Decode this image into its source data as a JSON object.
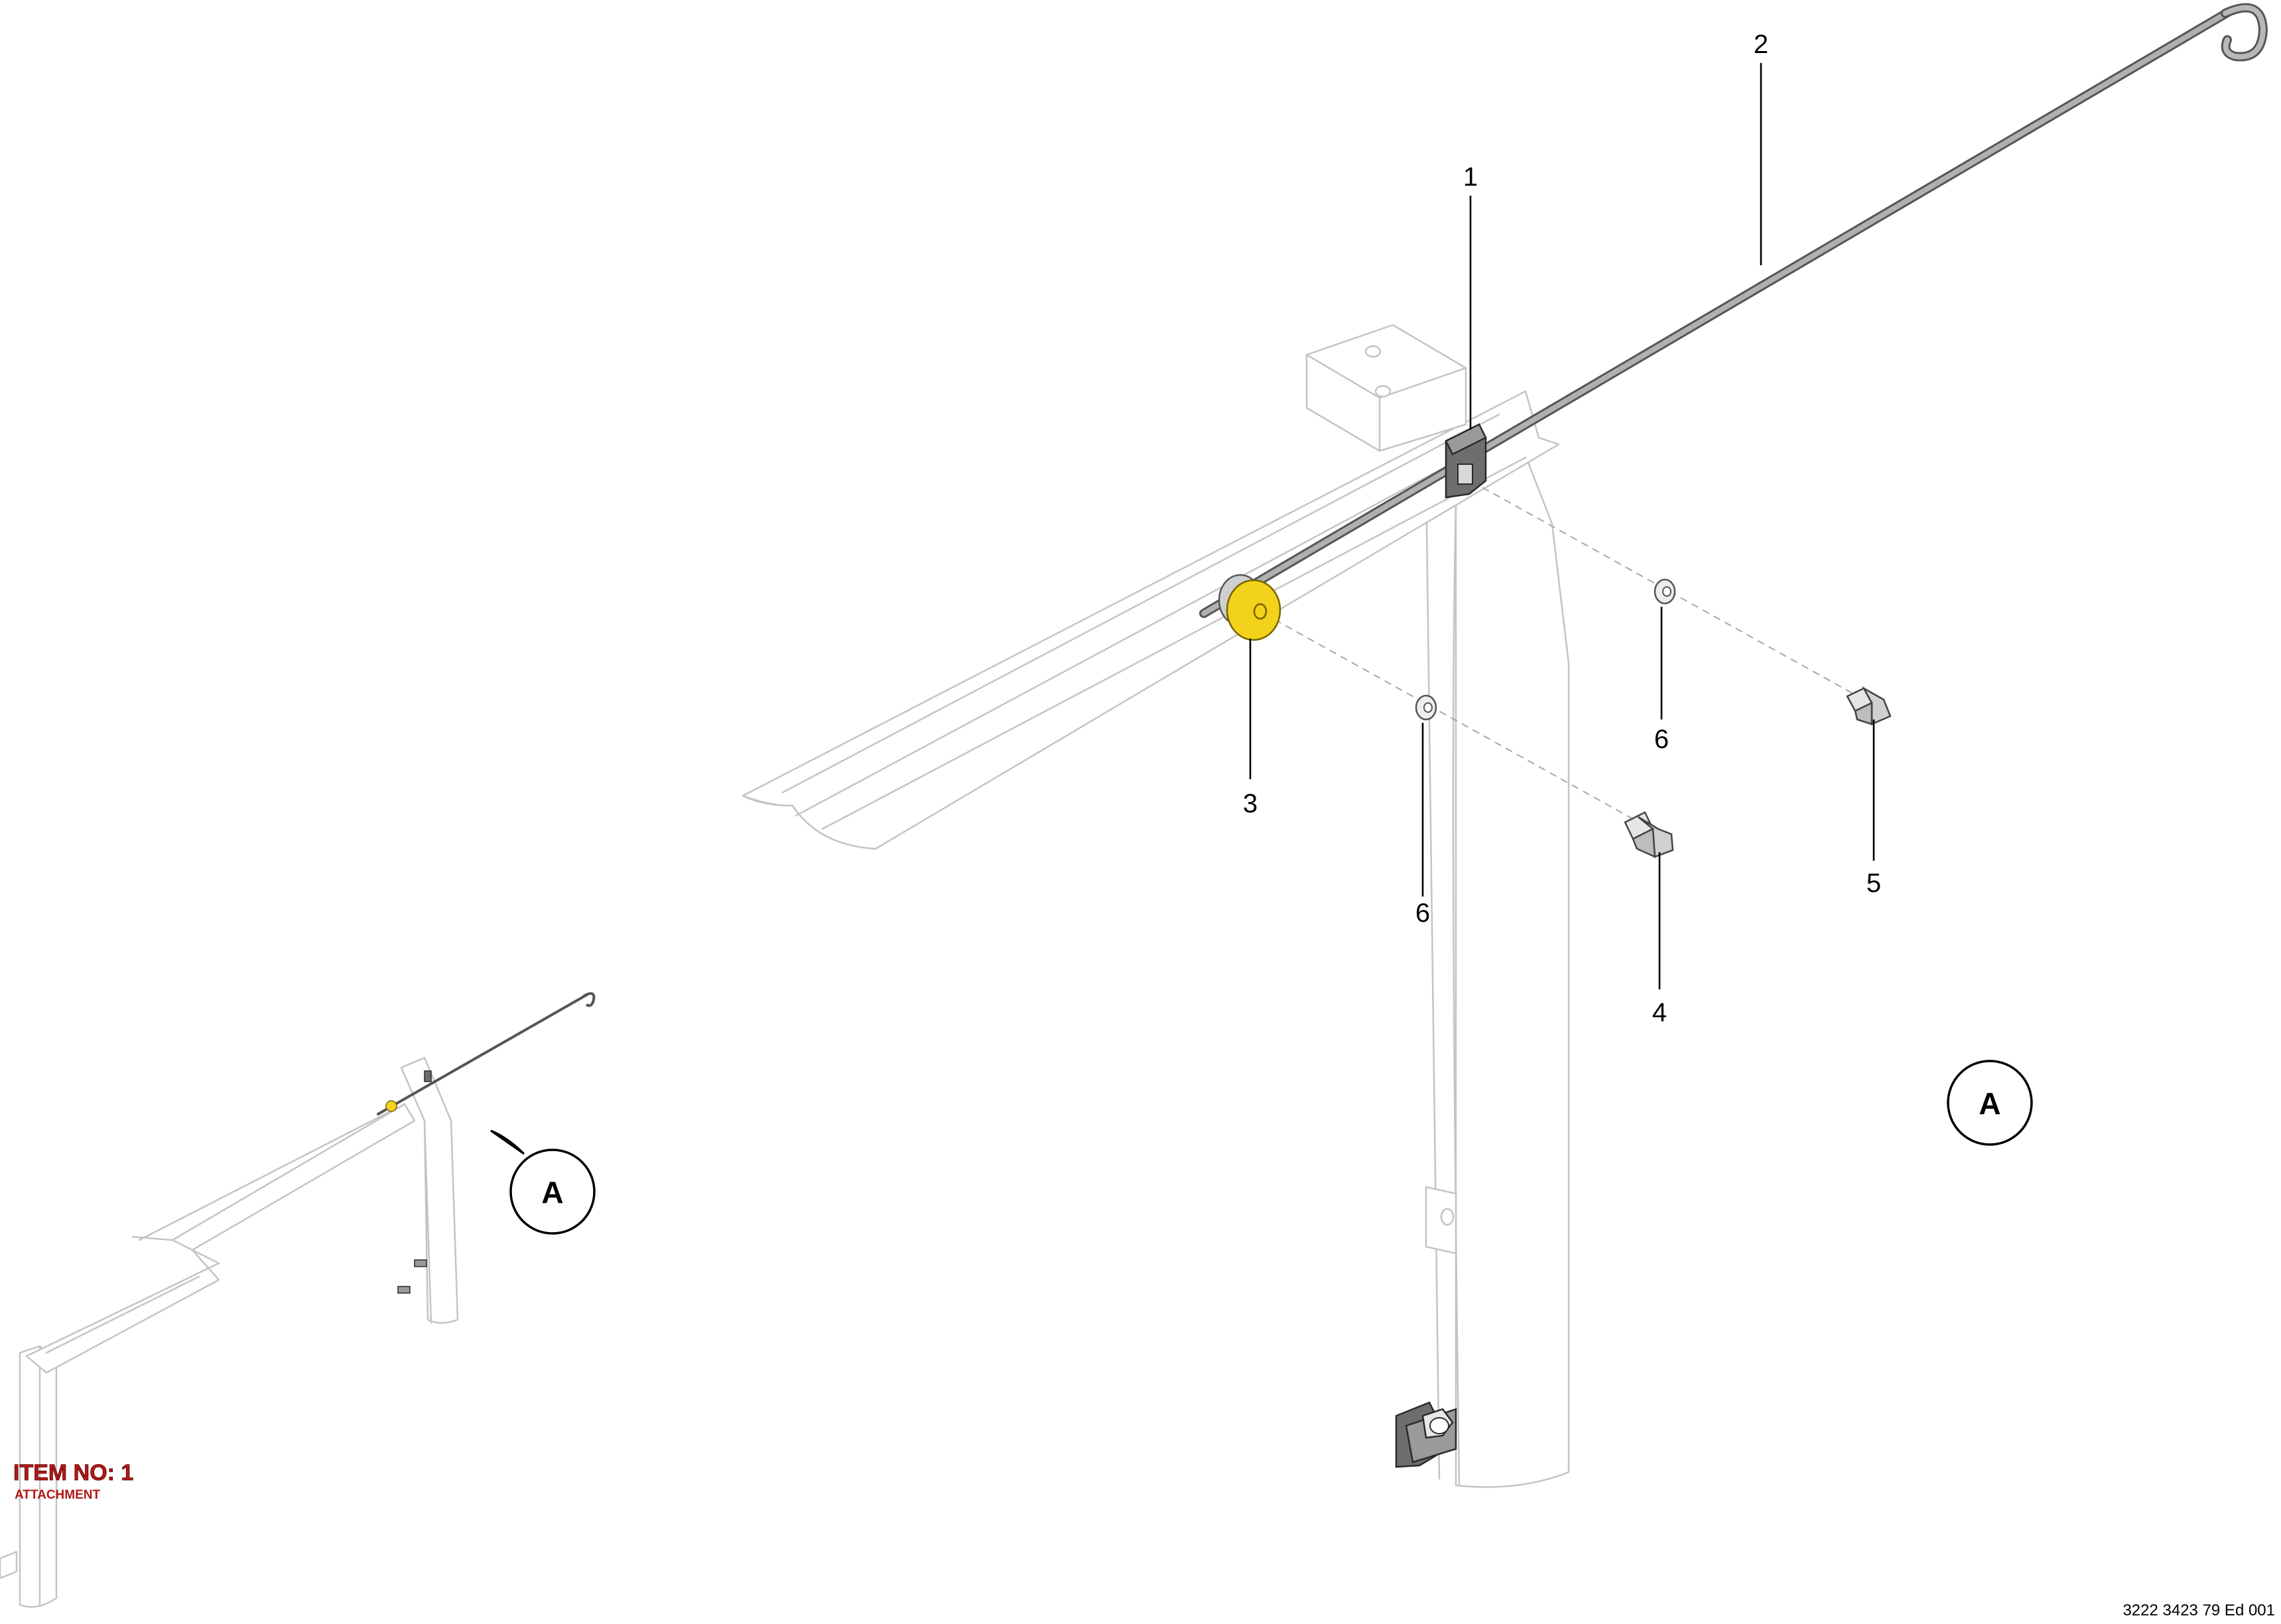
{
  "callouts": {
    "c1": "1",
    "c2": "2",
    "c3": "3",
    "c4": "4",
    "c5": "5",
    "c6a": "6",
    "c6b": "6"
  },
  "detail": {
    "overview_label": "A",
    "detail_label": "A"
  },
  "item": {
    "number_label": "ITEM NO: 1",
    "description": "ATTACHMENT"
  },
  "document": {
    "reference": "3222 3423 79 Ed 001"
  },
  "colors": {
    "roller": "#f2d21a",
    "bracket": "#6e6e6e",
    "rod": "#8a8a8a",
    "frame": "#c4c4c4",
    "item_label": "#b01818"
  },
  "icons": {
    "bolt": "hex-bolt-icon",
    "washer": "washer-icon",
    "roller": "roller-icon",
    "bracket": "bracket-icon",
    "rod": "rod-icon"
  }
}
